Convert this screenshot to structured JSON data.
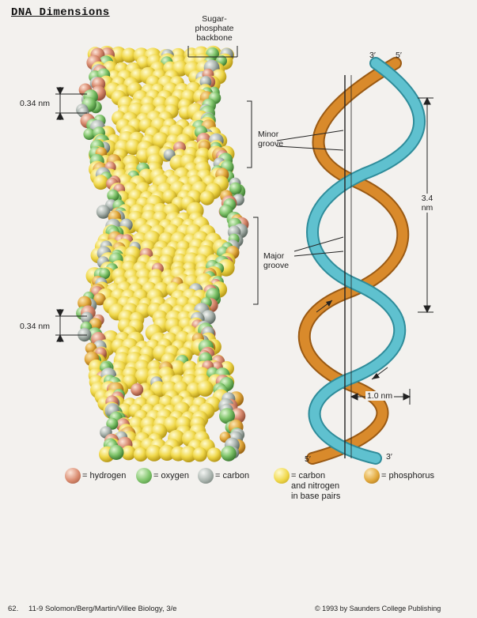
{
  "title": "DNA Dimensions",
  "labels": {
    "sugar_phosphate": "Sugar-\nphosphate\nbackbone",
    "nm034_top": "0.34 nm",
    "nm034_bottom": "0.34 nm",
    "minor_groove": "Minor\ngroove",
    "major_groove": "Major\ngroove",
    "three_prime_top": "3′",
    "five_prime_top": "5′",
    "five_prime_bottom": "5′",
    "three_prime_bottom": "3′",
    "pitch": "3.4\nnm",
    "width": "1.0 nm"
  },
  "legend": [
    {
      "text": "= hydrogen",
      "color": "#d98a6e"
    },
    {
      "text": "= oxygen",
      "color": "#7fc46a"
    },
    {
      "text": "= carbon",
      "color": "#a9b3ad"
    },
    {
      "text": "= carbon\nand nitrogen\nin base pairs",
      "color": "#f0d84a"
    },
    {
      "text": "= phosphorus",
      "color": "#e2a93c"
    }
  ],
  "footer": {
    "page": "62.",
    "citation": "11-9  Solomon/Berg/Martin/Villee Biology, 3/e",
    "copyright": "© 1993 by Saunders College Publishing"
  },
  "colors": {
    "strand_blue": "#5fc1cf",
    "strand_orange": "#d98a2b",
    "base_yellow": "#f0d84a"
  }
}
